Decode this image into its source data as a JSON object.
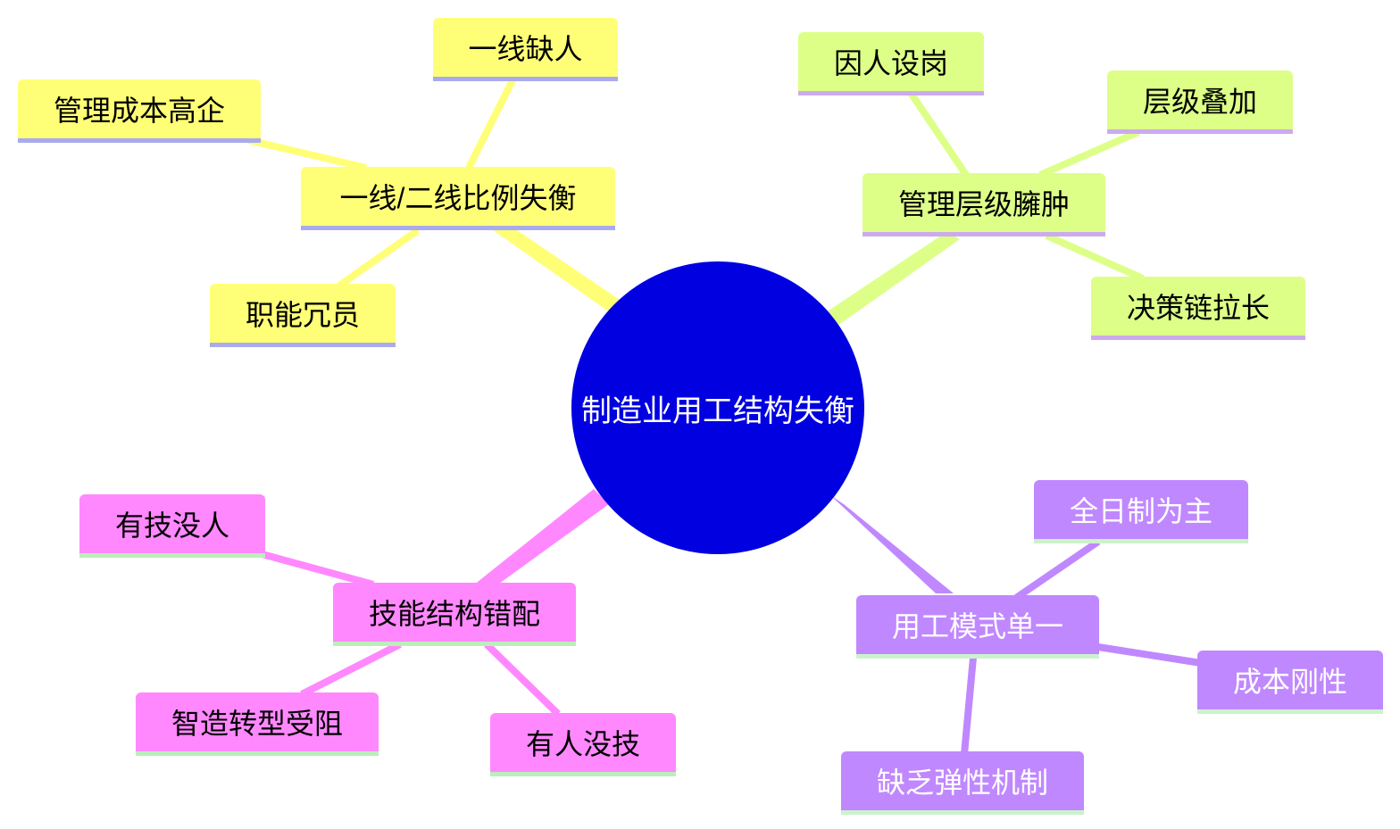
{
  "center": {
    "label": "制造业用工结构失衡"
  },
  "colors": {
    "center": "#0000e0",
    "yellow_branch": "#ffff77",
    "yellow_underline": "#aaaaee",
    "green_branch": "#ddff88",
    "green_underline": "#ccaaee",
    "pink_branch": "#ff88ff",
    "pink_underline": "#bbeebb",
    "purple_branch": "#c088ff",
    "purple_underline": "#ccf2cc"
  },
  "branches": {
    "top_left": {
      "label": "一线/二线比例失衡",
      "children": [
        "一线缺人",
        "管理成本高企",
        "职能冗员"
      ]
    },
    "top_right": {
      "label": "管理层级臃肿",
      "children": [
        "因人设岗",
        "层级叠加",
        "决策链拉长"
      ]
    },
    "bottom_left": {
      "label": "技能结构错配",
      "children": [
        "有技没人",
        "智造转型受阻",
        "有人没技"
      ]
    },
    "bottom_right": {
      "label": "用工模式单一",
      "children": [
        "全日制为主",
        "成本刚性",
        "缺乏弹性机制"
      ]
    }
  }
}
